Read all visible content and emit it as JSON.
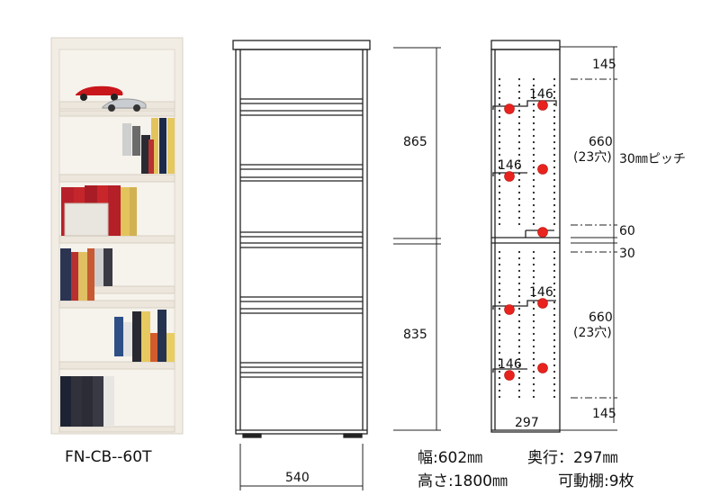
{
  "product": {
    "model": "FN-CB--60T"
  },
  "front_view": {
    "width_label": "540"
  },
  "side_height": {
    "upper": "865",
    "lower": "835"
  },
  "side_view": {
    "depth_label": "297",
    "pin_offset_labels": [
      "146",
      "146",
      "146",
      "146"
    ],
    "dims": {
      "top": "145",
      "upper_range": "660",
      "upper_holes": "(23穴)",
      "pitch": "30㎜ピッチ",
      "mid_a": "60",
      "mid_b": "30",
      "lower_range": "660",
      "lower_holes": "(23穴)",
      "bottom": "145"
    }
  },
  "specs": {
    "width": "幅:602㎜",
    "depth": "奥行：297㎜",
    "height": "高さ:1800㎜",
    "shelves": "可動棚:9枚"
  },
  "colors": {
    "pin_marker": "#e8231e",
    "wood": "#efe9e0",
    "line": "#222222"
  }
}
